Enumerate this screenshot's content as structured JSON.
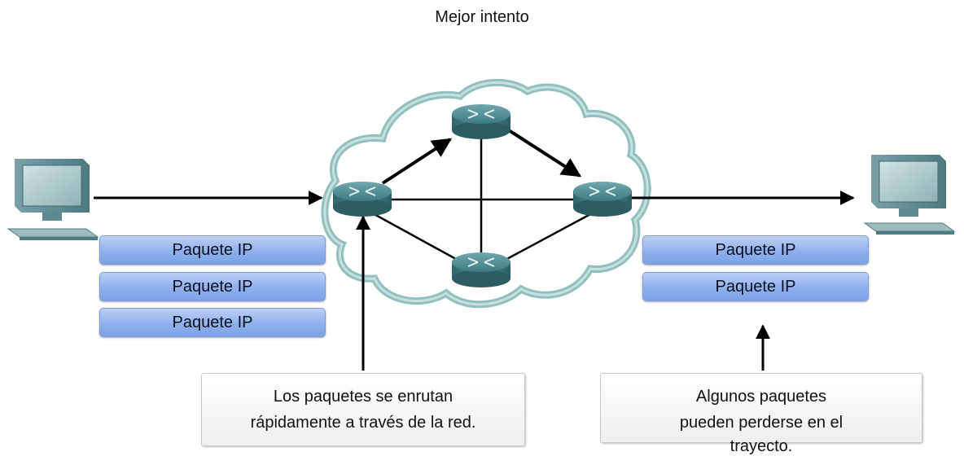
{
  "title": "Mejor intento",
  "left_packets": [
    "Paquete IP",
    "Paquete IP",
    "Paquete IP"
  ],
  "right_packets": [
    "Paquete IP",
    "Paquete IP"
  ],
  "callout_left": {
    "lines": [
      "Los paquetes se enrutan",
      "rápidamente a través de la red."
    ]
  },
  "callout_right": {
    "lines": [
      "Algunos paquetes",
      "pueden perderse en el",
      "trayecto."
    ]
  },
  "colors": {
    "cloud": "#8dbcbc",
    "router": "#3e7f86",
    "packet": "#8fb0ec",
    "computer": "#7aa0a6"
  },
  "icons": [
    "computer-icon",
    "router-icon",
    "cloud-icon"
  ]
}
